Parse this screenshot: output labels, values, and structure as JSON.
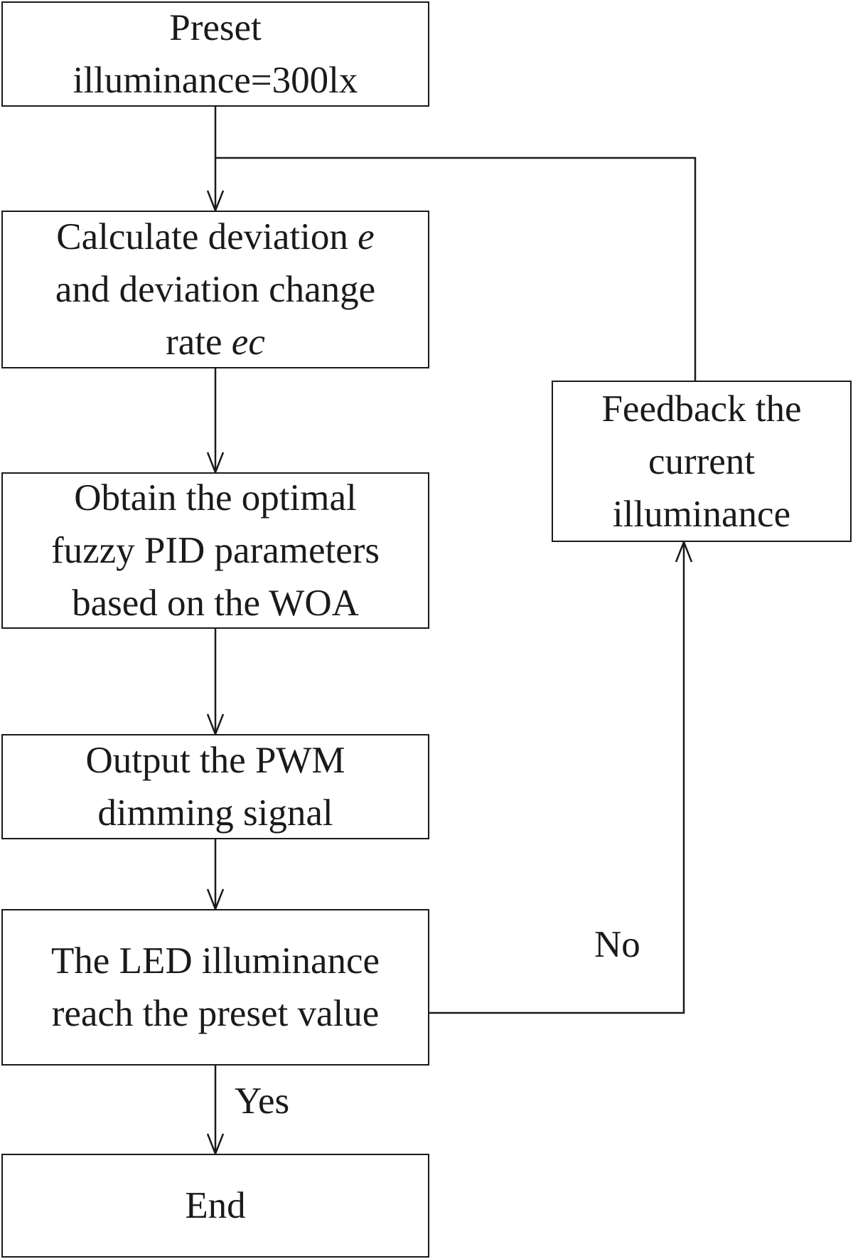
{
  "diagram": {
    "nodes": {
      "preset": {
        "lines": [
          "Preset",
          "illuminance=300lx"
        ]
      },
      "calc": {
        "line1": {
          "text": "Calculate deviation ",
          "var": "e"
        },
        "line2": "and deviation change",
        "line3": {
          "text": "rate ",
          "var": "ec"
        }
      },
      "woa": {
        "lines": [
          "Obtain the optimal",
          "fuzzy PID parameters",
          "based on the WOA"
        ]
      },
      "pwm": {
        "lines": [
          "Output the PWM",
          "dimming signal"
        ]
      },
      "decision": {
        "lines": [
          "The LED illuminance",
          "reach the preset value"
        ]
      },
      "feedback": {
        "lines": [
          "Feedback the",
          "current",
          "illuminance"
        ]
      },
      "end": {
        "lines": [
          "End"
        ]
      }
    },
    "edge_labels": {
      "no": "No",
      "yes": "Yes"
    },
    "edges": [
      {
        "from": "preset",
        "to": "calc"
      },
      {
        "from": "calc",
        "to": "woa"
      },
      {
        "from": "woa",
        "to": "pwm"
      },
      {
        "from": "pwm",
        "to": "decision"
      },
      {
        "from": "decision",
        "to": "end",
        "label": "yes"
      },
      {
        "from": "decision",
        "to": "feedback",
        "label": "no"
      },
      {
        "from": "feedback",
        "to": "calc"
      }
    ],
    "colors": {
      "stroke": "#1a1a1a",
      "background": "#ffffff"
    }
  }
}
